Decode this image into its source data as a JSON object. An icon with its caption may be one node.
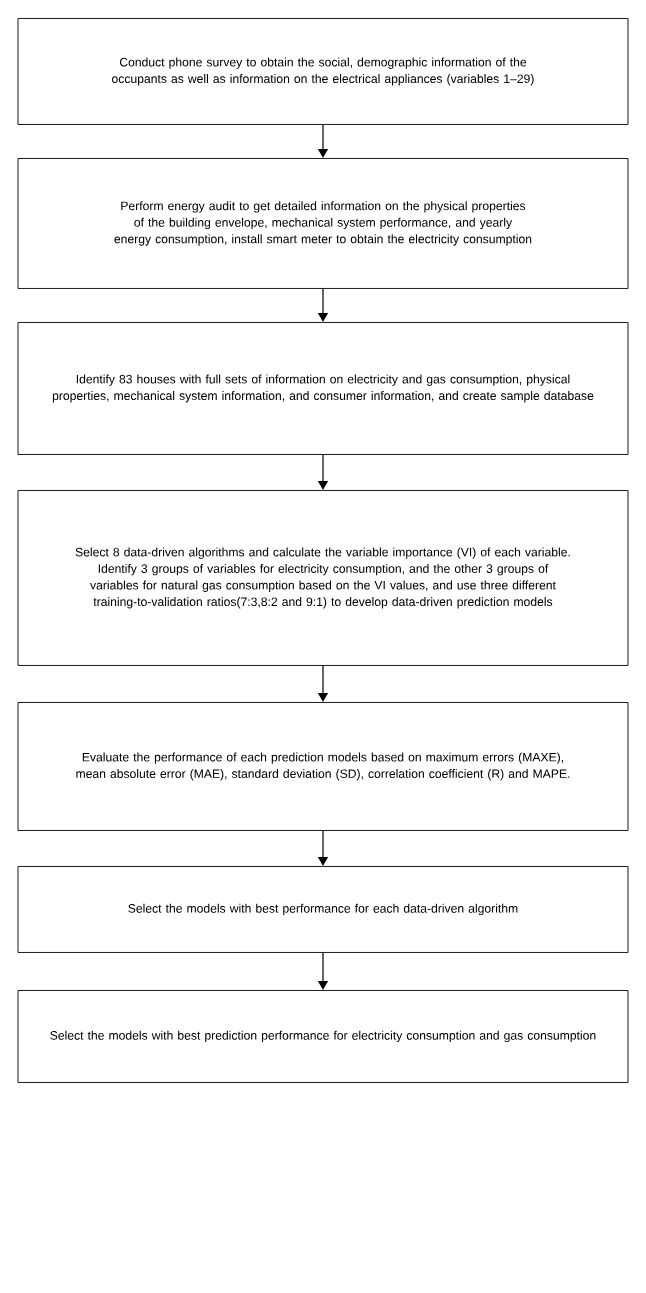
{
  "diagram": {
    "nodes": [
      {
        "text": [
          "Conduct phone survey to obtain the social, demographic information of the occupants as well as information on the electrical appliances (variables 1–29)"
        ]
      },
      {
        "text": [
          "Perform energy audit to get detailed information on the physical properties of the building envelope, mechanical system performance, and yearly energy consumption, install smart meter to obtain the electricity consumption"
        ]
      },
      {
        "text": [
          "Identify 83 houses with full sets of information on electricity and gas consumption, physical properties, mechanical system information, and consumer information, and create sample database"
        ]
      },
      {
        "text": [
          "Select 8 data-driven algorithms and calculate the variable importance (VI) of each variable. Identify 3 groups of variables for electricity consumption, and the other 3 groups of variables for natural gas consumption based on the VI values, and use three different training-to-validation ratios(7:3,8:2 and 9:1) to develop data-driven prediction models"
        ]
      },
      {
        "text": [
          "Evaluate the performance of each prediction models based on maximum errors (MAXE), mean absolute error (MAE), standard deviation (SD), correlation coefficient (R) and MAPE."
        ]
      },
      {
        "text": [
          "Select the models with best performance for each data-driven algorithm"
        ]
      },
      {
        "text": [
          "Select the models with best prediction performance for electricity consumption and gas consumption"
        ]
      }
    ],
    "edges": [
      {
        "from": 0,
        "to": 1,
        "arrow": "to"
      },
      {
        "from": 1,
        "to": 2,
        "arrow": "to"
      },
      {
        "from": 2,
        "to": 3,
        "arrow": "to"
      },
      {
        "from": 3,
        "to": 4,
        "arrow": "to"
      },
      {
        "from": 4,
        "to": 5,
        "arrow": "to"
      },
      {
        "from": 5,
        "to": 6,
        "arrow": "to"
      }
    ]
  }
}
